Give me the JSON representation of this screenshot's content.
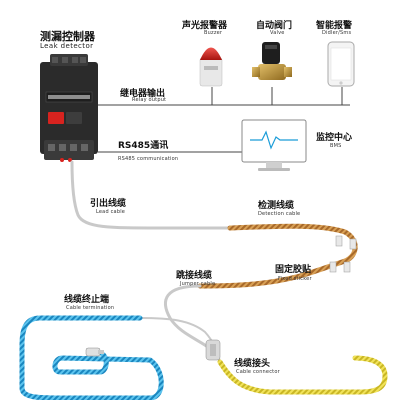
{
  "detector": {
    "title_zh": "测漏控制器",
    "title_en": "Leak detector",
    "panel_text": ""
  },
  "devices": {
    "buzzer": {
      "zh": "声光报警器",
      "en": "Buzzer"
    },
    "valve": {
      "zh": "自动阀门",
      "en": "Valve"
    },
    "phone": {
      "zh": "智能报警",
      "en": "Didler/Sms"
    }
  },
  "links": {
    "relay": {
      "zh": "继电器输出",
      "en": "Relay output"
    },
    "rs485": {
      "zh": "RS485通讯",
      "en": "RS485 communication"
    }
  },
  "monitor": {
    "zh": "监控中心",
    "en": "BMS"
  },
  "cables": {
    "lead": {
      "zh": "引出线缆",
      "en": "Lead cable"
    },
    "detection": {
      "zh": "检测线缆",
      "en": "Detection cable"
    },
    "sticker": {
      "zh": "固定胶贴",
      "en": "Fixed sticker"
    },
    "jumper": {
      "zh": "跳接线缆",
      "en": "Jumper cable"
    },
    "termination": {
      "zh": "线缆终止端",
      "en": "Cable termination"
    },
    "connector": {
      "zh": "线缆接头",
      "en": "Cable connector"
    }
  },
  "colors": {
    "detection_cable": "#c98a3a",
    "blue_cable": "#2aa4d8",
    "yellow_cable": "#e3d23a",
    "grey_cable": "#c9c9c9",
    "controller_body": "#2b2b2b",
    "alarm_red": "#d8231f",
    "valve_brass": "#b88a2e"
  },
  "footer": {
    "partial_text": ""
  }
}
